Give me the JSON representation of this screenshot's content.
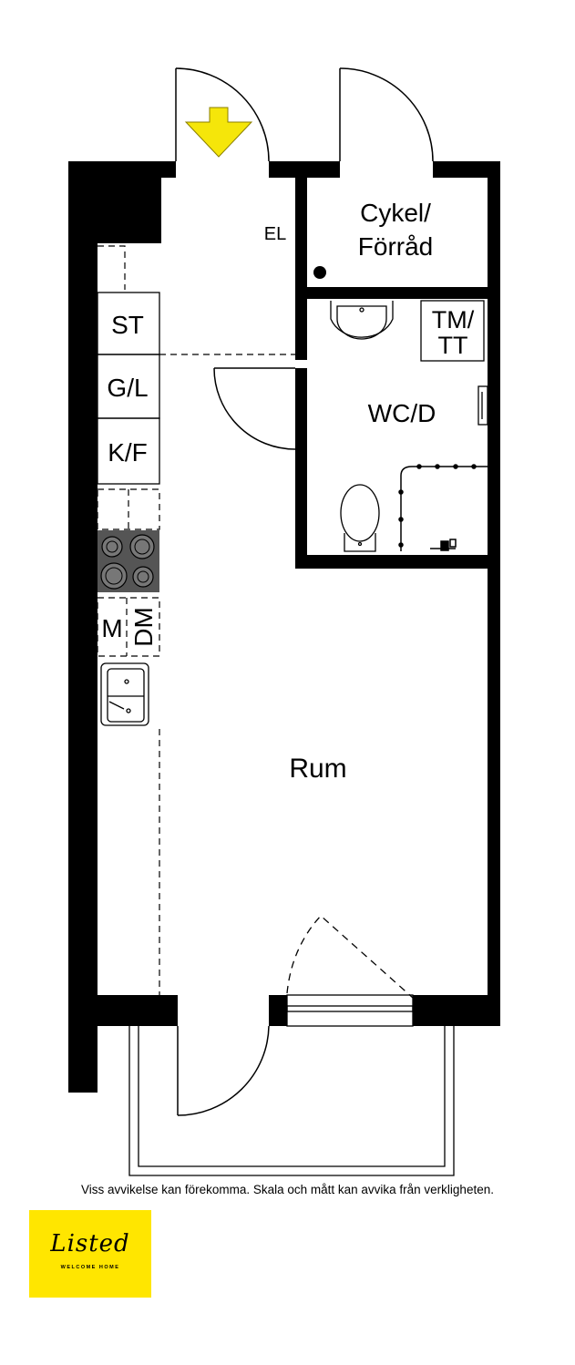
{
  "rooms": {
    "el": "EL",
    "cykel_line1": "Cykel/",
    "cykel_line2": "Förråd",
    "tm_line1": "TM/",
    "tm_line2": "TT",
    "wc": "WC/D",
    "rum": "Rum"
  },
  "kitchen": {
    "st": "ST",
    "gl": "G/L",
    "kf": "K/F",
    "m": "M",
    "dm": "DM"
  },
  "footer": {
    "disclaimer": "Viss avvikelse kan förekomma. Skala och mått kan avvika från verkligheten."
  },
  "logo": {
    "word": "Listed",
    "tagline": "WELCOME HOME",
    "color": "#ffe600"
  },
  "colors": {
    "wall": "#000000",
    "arrow": "#f5e60a",
    "stove": "#555555"
  }
}
